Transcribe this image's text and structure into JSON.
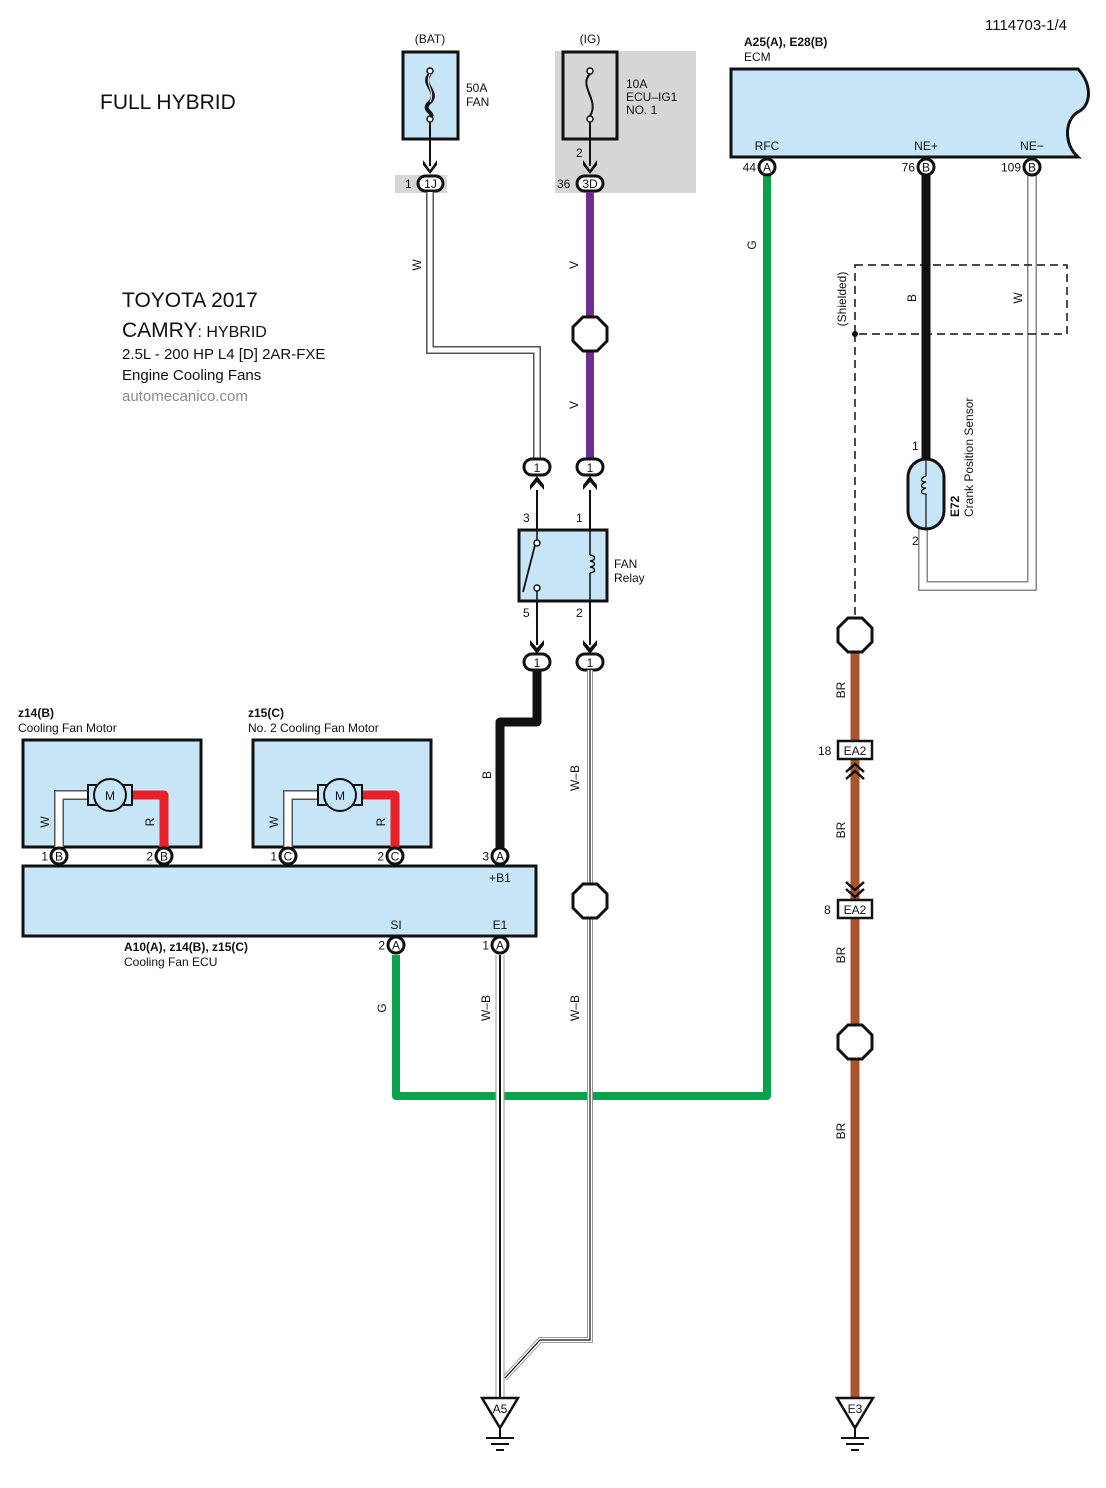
{
  "header": {
    "page_id": "1114703-1/4",
    "variant": "FULL HYBRID"
  },
  "title_block": {
    "make_year": "TOYOTA 2017",
    "model": "CAMRY",
    "model_suffix": ": HYBRID",
    "engine": "2.5L - 200 HP  L4 [D] 2AR-FXE",
    "system": "Engine Cooling Fans",
    "source": "automecanico.com"
  },
  "fuses": [
    {
      "source": "(BAT)",
      "rating": "50A",
      "name": "FAN",
      "pin": "1",
      "connector": "1J"
    },
    {
      "source": "(IG)",
      "rating": "10A",
      "name_line1": "ECU–IG1",
      "name_line2": "NO. 1",
      "in_pin": "2",
      "pin": "36",
      "connector": "3D"
    }
  ],
  "ecm": {
    "connectors": "A25(A), E28(B)",
    "name": "ECM",
    "terminals": [
      {
        "label": "RFC",
        "pin": "44",
        "conn": "A"
      },
      {
        "label": "NE+",
        "pin": "76",
        "conn": "B"
      },
      {
        "label": "NE−",
        "pin": "109",
        "conn": "B"
      }
    ]
  },
  "relay": {
    "name_line1": "FAN",
    "name_line2": "Relay",
    "pins": {
      "p3": "3",
      "p1": "1",
      "p5": "5",
      "p2": "2"
    },
    "junction_label": "1"
  },
  "crank_sensor": {
    "id": "E72",
    "name": "Crank Position Sensor",
    "pin1": "1",
    "pin2": "2",
    "shield_label": "(Shielded)"
  },
  "motors": [
    {
      "id": "z14(B)",
      "name": "Cooling Fan Motor",
      "symbol": "M",
      "pin1": "1",
      "pin2": "2",
      "conn": "B"
    },
    {
      "id": "z15(C)",
      "name": "No.  2 Cooling Fan Motor",
      "symbol": "M",
      "pin1": "1",
      "pin2": "2",
      "conn": "C"
    }
  ],
  "fan_ecu": {
    "connectors": "A10(A), z14(B), z15(C)",
    "name": "Cooling Fan ECU",
    "terminals": [
      {
        "label": "+B1",
        "pin": "3",
        "conn": "A"
      },
      {
        "label": "SI",
        "pin": "2",
        "conn": "A"
      },
      {
        "label": "E1",
        "pin": "1",
        "conn": "A"
      }
    ]
  },
  "inline_connectors": [
    {
      "pin": "18",
      "name": "EA2"
    },
    {
      "pin": "8",
      "name": "EA2"
    }
  ],
  "grounds": [
    {
      "name": "A5"
    },
    {
      "name": "E3"
    }
  ],
  "wire_colors": {
    "W": "W",
    "V": "V",
    "G": "G",
    "B": "B",
    "R": "R",
    "WB": "W–B",
    "BR": "BR"
  },
  "colors": {
    "component_fill": "#c6e6f7",
    "shade_gray": "#d6d6d6",
    "violet": "#6e2e91",
    "green": "#0aa24a",
    "red": "#e8202a",
    "brown": "#a8552e",
    "black": "#111111"
  }
}
